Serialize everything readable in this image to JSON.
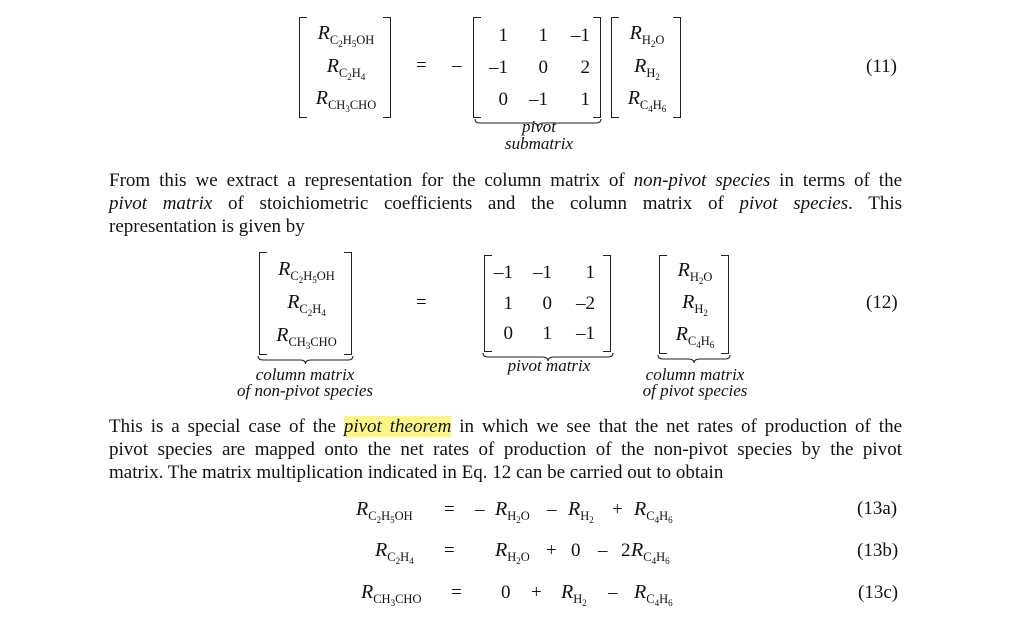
{
  "eq11": {
    "lhs": [
      {
        "R": "R",
        "sub": "C₂H₅OH"
      },
      {
        "R": "R",
        "sub": "C₂H₄"
      },
      {
        "R": "R",
        "sub": "CH₃CHO"
      }
    ],
    "equals": "=",
    "minus": "–",
    "matrix": [
      [
        "1",
        "1",
        "–1"
      ],
      [
        "–1",
        "0",
        "2"
      ],
      [
        "0",
        "–1",
        "1"
      ]
    ],
    "brace_label_line1": "pivot",
    "brace_label_line2": "submatrix",
    "rhs": [
      {
        "R": "R",
        "sub": "H₂O"
      },
      {
        "R": "R",
        "sub": "H₂"
      },
      {
        "R": "R",
        "sub": "C₄H₆"
      }
    ],
    "number": "(11)"
  },
  "para1": {
    "line1_a": "From this we extract a representation for the column matrix of ",
    "line1_it": "non-pivot species",
    "line1_b": " in terms of the",
    "line2_it1": "pivot matrix",
    "line2_a": " of stoichiometric coefficients and the column matrix of ",
    "line2_it2": "pivot species",
    "line2_b": ".   This",
    "line3": "representation is given by"
  },
  "eq12": {
    "lhs": [
      {
        "R": "R",
        "sub": "C₂H₅OH"
      },
      {
        "R": "R",
        "sub": "C₂H₄"
      },
      {
        "R": "R",
        "sub": "CH₃CHO"
      }
    ],
    "lhs_label_line1": "column matrix",
    "lhs_label_line2": "of non-pivot species",
    "equals": "=",
    "matrix": [
      [
        "–1",
        "–1",
        "1"
      ],
      [
        "1",
        "0",
        "–2"
      ],
      [
        "0",
        "1",
        "–1"
      ]
    ],
    "matrix_label": "pivot matrix",
    "rhs": [
      {
        "R": "R",
        "sub": "H₂O"
      },
      {
        "R": "R",
        "sub": "H₂"
      },
      {
        "R": "R",
        "sub": "C₄H₆"
      }
    ],
    "rhs_label_line1": "column matrix",
    "rhs_label_line2": "of pivot species",
    "number": "(12)"
  },
  "para2": {
    "line1_a": "This is a special case of the ",
    "line1_hl": "pivot theorem",
    "line1_b": " in which we see that the net rates of production of the",
    "line2": "pivot species are mapped onto the net rates of production of the non-pivot species by the pivot",
    "line3": "matrix.  The matrix multiplication indicated in Eq. 12 can be carried out to obtain",
    "highlight_color": "#fdf586"
  },
  "eq13": [
    {
      "lhs_sub": "C₂H₅OH",
      "equals": "=",
      "terms": [
        "–",
        "R_H₂O",
        "–",
        "R_H₂",
        "+",
        "R_C₄H₆"
      ],
      "number": "(13a)"
    },
    {
      "lhs_sub": "C₂H₄",
      "equals": "=",
      "terms": [
        "R_H₂O",
        "+",
        "0",
        "–",
        "2R_C₄H₆"
      ],
      "number": "(13b)"
    },
    {
      "lhs_sub": "CH₃CHO",
      "equals": "=",
      "terms": [
        "0",
        "+",
        "R_H₂",
        "–",
        "R_C₄H₆"
      ],
      "number": "(13c)"
    }
  ],
  "symbols": {
    "R": "R",
    "s_C2H5OH": [
      "C",
      "2",
      "H",
      "5",
      "OH"
    ],
    "s_C2H4": [
      "C",
      "2",
      "H",
      "4"
    ],
    "s_CH3CHO": [
      "CH",
      "3",
      "CHO"
    ],
    "s_H2O": [
      "H",
      "2",
      "O"
    ],
    "s_H2": [
      "H",
      "2"
    ],
    "s_C4H6": [
      "C",
      "4",
      "H",
      "6"
    ],
    "zero": "0",
    "plus": "+",
    "minus": "–",
    "two": "2"
  }
}
